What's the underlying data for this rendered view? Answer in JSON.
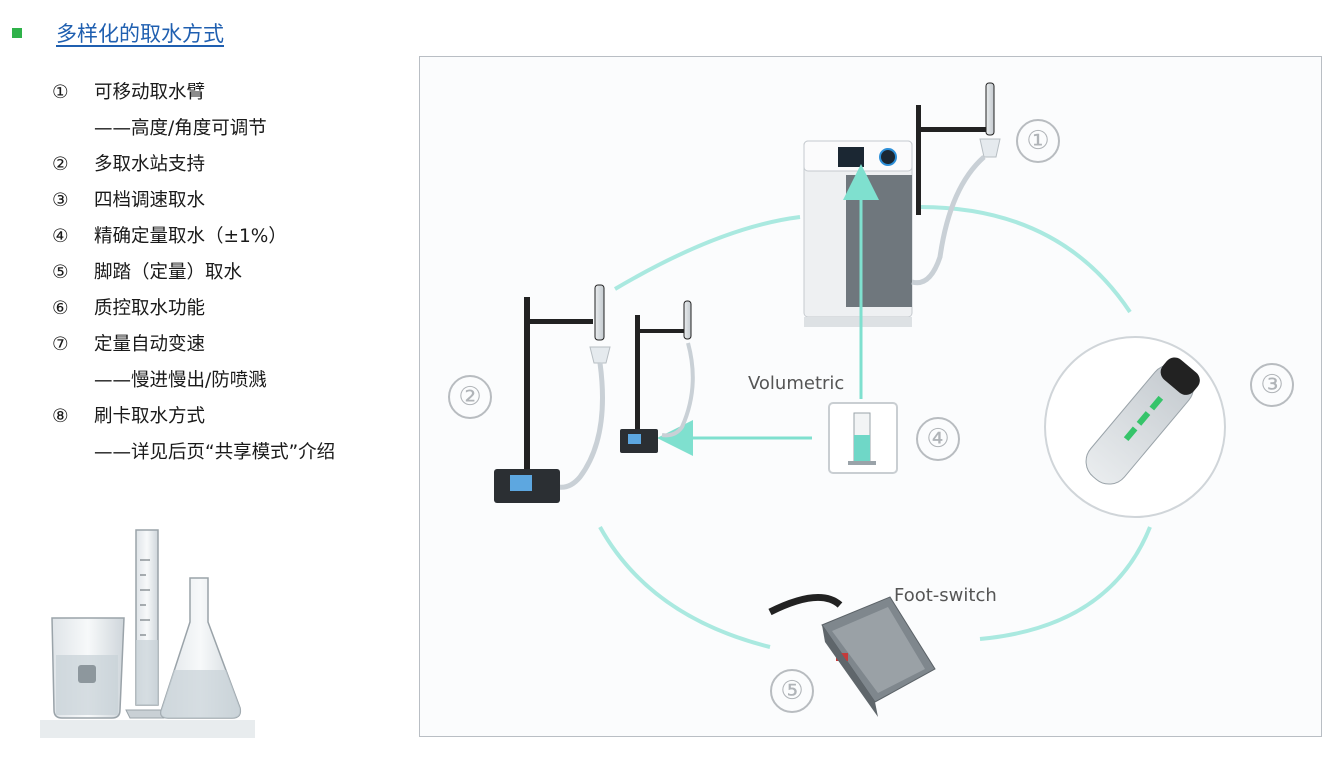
{
  "heading": {
    "title": "多样化的取水方式"
  },
  "features": [
    {
      "num": "①",
      "text": "可移动取水臂",
      "sub": "——高度/角度可调节"
    },
    {
      "num": "②",
      "text": "多取水站支持"
    },
    {
      "num": "③",
      "text": "四档调速取水"
    },
    {
      "num": "④",
      "text": "精确定量取水（±1%）"
    },
    {
      "num": "⑤",
      "text": "脚踏（定量）取水"
    },
    {
      "num": "⑥",
      "text": "质控取水功能"
    },
    {
      "num": "⑦",
      "text": "定量自动变速",
      "sub": "——慢进慢出/防喷溅"
    },
    {
      "num": "⑧",
      "text": "刷卡取水方式",
      "sub": "——详见后页“共享模式”介绍"
    }
  ],
  "diagram": {
    "labels": {
      "volumetric": "Volumetric",
      "foot_switch": "Foot-switch"
    },
    "markers": [
      "①",
      "②",
      "③",
      "④",
      "⑤"
    ]
  },
  "colors": {
    "accent": "#2fb24a",
    "link": "#1f5fb0",
    "ring": "#8fe3d5",
    "arrow": "#7fe0cf"
  }
}
